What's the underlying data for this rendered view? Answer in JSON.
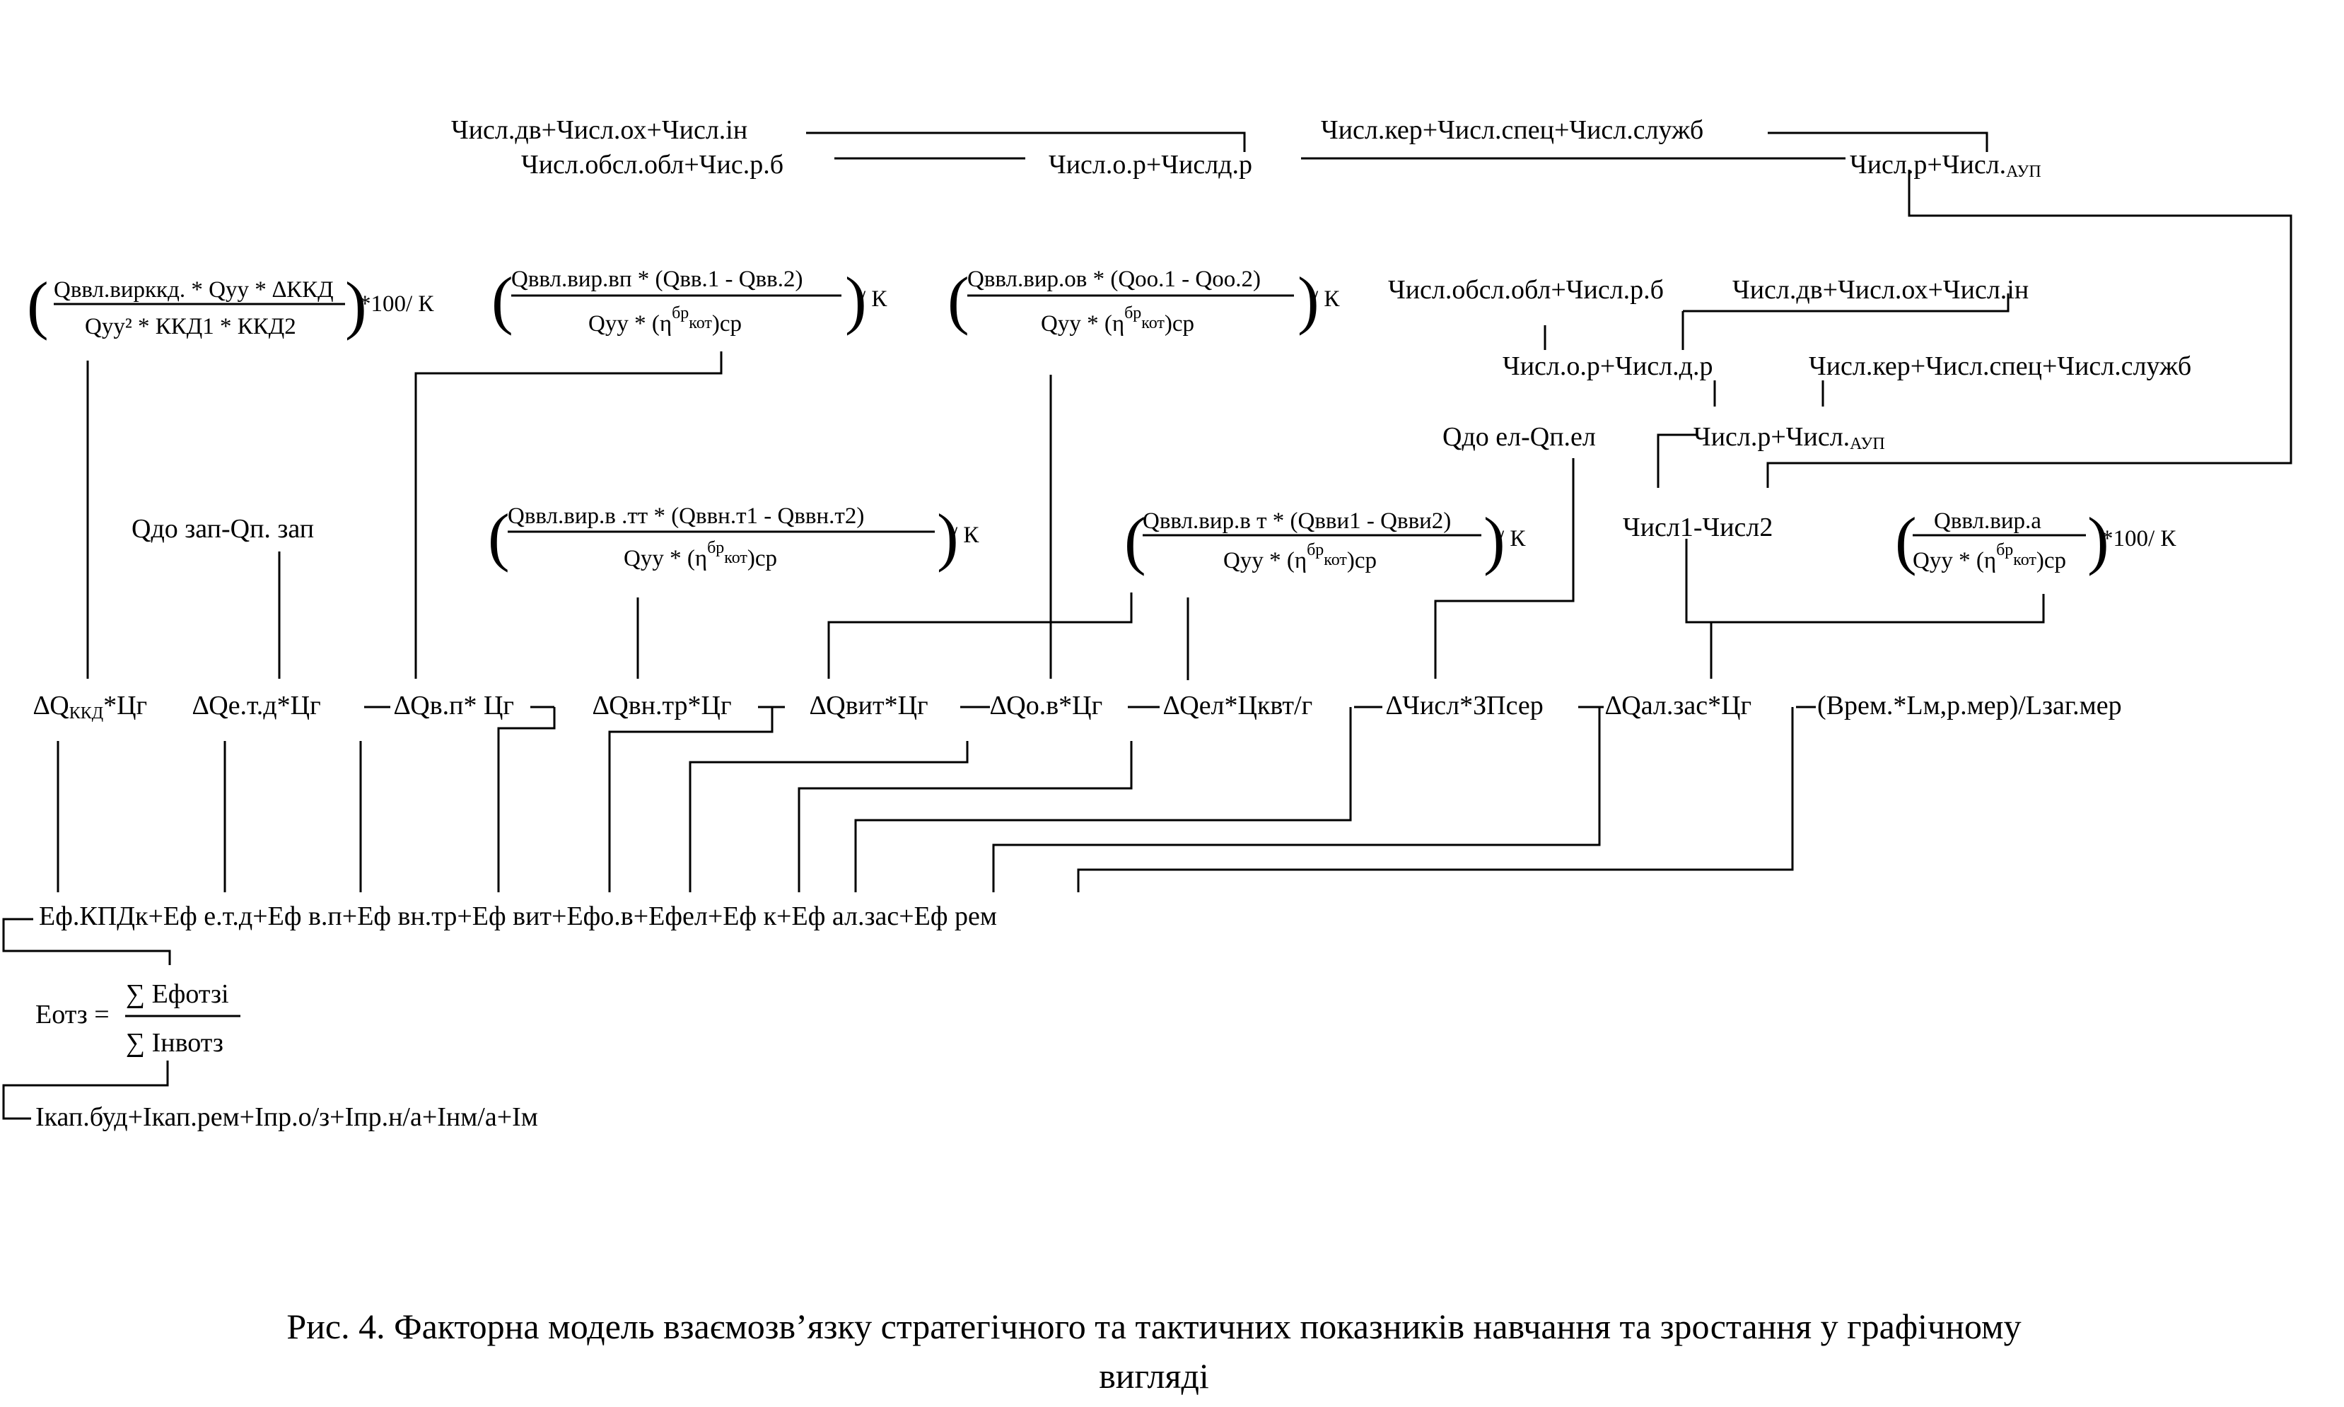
{
  "top": {
    "t1": "Числ.дв+Числ.ох+Числ.ін",
    "t2": "Числ.обсл.обл+Чис.р.б",
    "t3": "Числ.о.р+Числд.р",
    "t4": "Числ.кер+Числ.спец+Числ.служб",
    "t5": "Числ.р+Числ.",
    "t5sub": "АУП"
  },
  "formulas": {
    "kkd": {
      "num": "Qввл.вирккд. * Qуу * ∆ККД",
      "den": "Qуу² * ККД1 * ККД2",
      "suffix": "*100/ К"
    },
    "vp": {
      "num": "Qввл.вир.вп * (Qвв.1 - Qвв.2)",
      "den": "Qуу * (η",
      "sup": "бр",
      "sub": "кот",
      "den_end": ")ср",
      "suffix": "/ К"
    },
    "ov": {
      "num": "Qввл.вир.ов * (Qоо.1 - Qоо.2)",
      "den": "Qуу * (η",
      "sup": "бр",
      "sub": "кот",
      "den_end": ")ср",
      "suffix": "/ К"
    },
    "tt": {
      "num": "Qввл.вир.в .тт * (Qввн.т1 - Qввн.т2)",
      "den": "Qуу * (η",
      "sup": "бр",
      "sub": "кот",
      "den_end": ")ср",
      "suffix": "/ К"
    },
    "vt": {
      "num": "Qввл.вир.в т * (Qвви1 - Qвви2)",
      "den": "Qуу * (η",
      "sup": "бр",
      "sub": "кот",
      "den_end": ")ср",
      "suffix": "/ К"
    },
    "a": {
      "num": "Qввл.вир.а",
      "den": "Qуу * (η",
      "sup": "бр",
      "sub": "кот",
      "den_end": ")ср",
      "suffix": "*100/ К"
    }
  },
  "mid": {
    "zap": "Qдо зап-Qп. зап",
    "m1": "Числ.обсл.обл+Числ.р.б",
    "m2": "Числ.дв+Числ.ох+Числ.ін",
    "m3": "Числ.о.р+Числ.д.р",
    "m4": "Числ.кер+Числ.спец+Числ.служб",
    "el": "Qдо ел-Qп.ел",
    "m5": "Числ.р+Числ.",
    "m5sub": "АУП",
    "chisl": "Числ1-Числ2"
  },
  "factors": {
    "f1": "∆Q",
    "f1sub": "ККД",
    "f1end": "*Цг",
    "f2": "∆Qе.т.д*Цг",
    "f3": "∆Qв.п* Цг",
    "f4": "∆Qвн.тр*Цг",
    "f5": "∆Qвит*Цг",
    "f6": "∆Qо.в*Цг",
    "f7": "∆Qел*Цквт/г",
    "f8": "∆Числ*ЗПсер",
    "f9": "∆Qал.зас*Цг",
    "f10": "(Врем.*Lм,р.мер)/Lзаг.мер"
  },
  "bottom": {
    "sum": "Еф.КПДк+Еф е.т.д+Еф в.п+Еф вн.тр+Еф вит+Ефо.в+Ефел+Еф к+Еф ал.зас+Еф рем",
    "eotz": "Еотз =",
    "num": "∑ Ефотзі",
    "den": "∑ Інвотз",
    "inv": "Ікап.буд+Ікап.рем+Іпр.о/з+Іпр.н/а+Інм/а+Ім"
  },
  "caption": {
    "line1": "Рис. 4. Факторна модель взаємозв’язку стратегічного та тактичних показників навчання та зростання у графічному",
    "line2": "вигляді"
  }
}
